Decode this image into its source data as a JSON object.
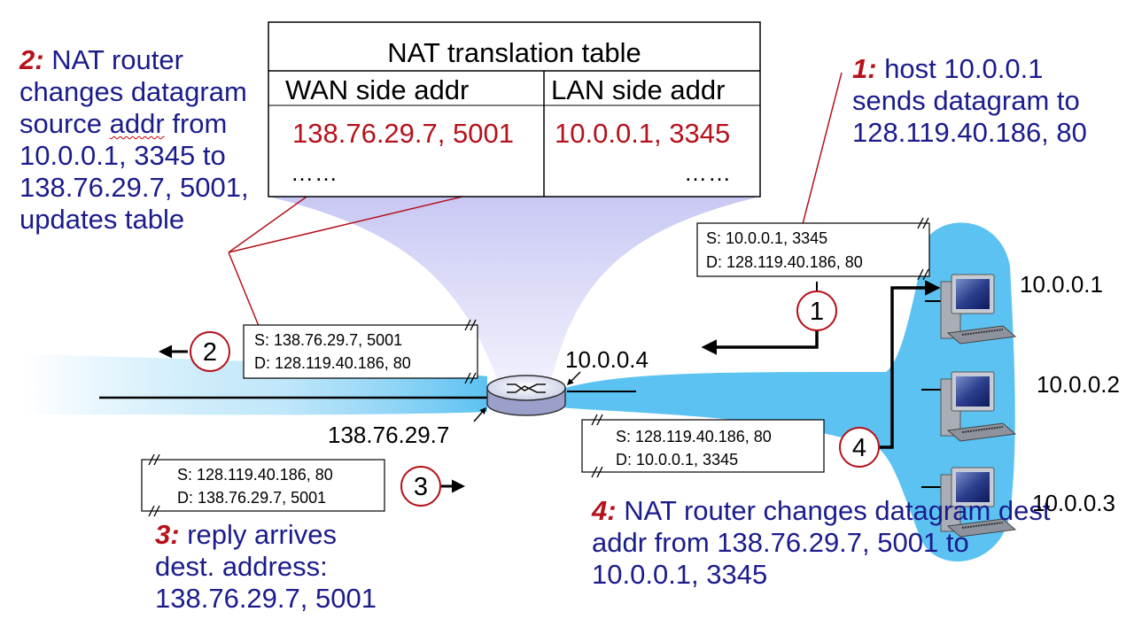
{
  "table": {
    "title": "NAT translation table",
    "col_wan": "WAN side addr",
    "col_lan": "LAN side addr",
    "row_wan": "138.76.29.7, 5001",
    "row_lan": "10.0.0.1, 3345",
    "more_wan": "……",
    "more_lan": "……"
  },
  "steps": {
    "s1": {
      "num": "1:",
      "text": " host 10.0.0.1 sends datagram to 128.119.40.186, 80"
    },
    "s2": {
      "num": "2:",
      "text1": " NAT router changes datagram source ",
      "text_underlined": "addr",
      "text2": " from 10.0.0.1, 3345 to 138.76.29.7, 5001, updates table"
    },
    "s3": {
      "num": "3:",
      "text": " reply arrives dest. address: 138.76.29.7, 5001"
    },
    "s4": {
      "num": "4:",
      "text": " NAT router changes datagram dest addr from 138.76.29.7, 5001 to 10.0.0.1, 3345"
    }
  },
  "datagrams": {
    "d1": {
      "src": "S: 10.0.0.1, 3345",
      "dst": "D: 128.119.40.186, 80"
    },
    "d2": {
      "src": "S: 138.76.29.7, 5001",
      "dst": "D: 128.119.40.186, 80"
    },
    "d3": {
      "src": "S: 128.119.40.186, 80",
      "dst": "D: 138.76.29.7, 5001"
    },
    "d4": {
      "src": "S: 128.119.40.186, 80",
      "dst": "D: 10.0.0.1, 3345"
    }
  },
  "circles": {
    "c1": "1",
    "c2": "2",
    "c3": "3",
    "c4": "4"
  },
  "addresses": {
    "router_lan": "10.0.0.4",
    "router_wan": "138.76.29.7",
    "host1": "10.0.0.1",
    "host2": "10.0.0.2",
    "host3": "10.0.0.3"
  },
  "colors": {
    "step_text": "#1b1c8c",
    "accent_red": "#b5121b",
    "network_blue": "#5bc2f2"
  }
}
